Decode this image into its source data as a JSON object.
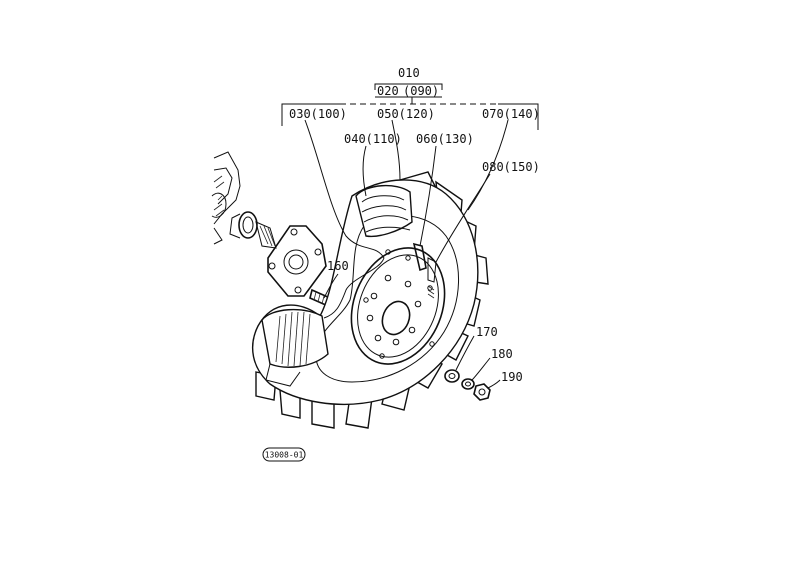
{
  "callouts": {
    "p010": "010",
    "p020": "020",
    "p090": "(090)",
    "p030": "030(100)",
    "p050": "050(120)",
    "p070": "070(140)",
    "p040": "040(110)",
    "p060": "060(130)",
    "p080": "080(150)",
    "p160": "160",
    "p170": "170",
    "p180": "180",
    "p190": "190"
  },
  "drawing_code": "13008-01"
}
